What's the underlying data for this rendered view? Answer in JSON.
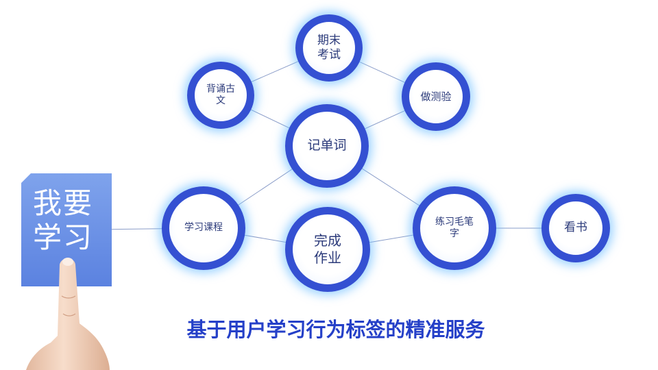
{
  "diagram": {
    "nodes": [
      {
        "id": "qimo",
        "label_lines": [
          "期末",
          "考试"
        ]
      },
      {
        "id": "beisong",
        "label_lines": [
          "背诵古",
          "文"
        ]
      },
      {
        "id": "zuoceyan",
        "label_lines": [
          "做测验"
        ]
      },
      {
        "id": "jidanci",
        "label_lines": [
          "记单词"
        ]
      },
      {
        "id": "xuexi",
        "label_lines": [
          "学习课程"
        ]
      },
      {
        "id": "wancheng",
        "label_lines": [
          "完成",
          "作业"
        ]
      },
      {
        "id": "lianxi",
        "label_lines": [
          "练习毛笔",
          "字"
        ]
      },
      {
        "id": "kanshu",
        "label_lines": [
          "看书"
        ]
      }
    ],
    "edges": [
      [
        "beisong",
        "qimo"
      ],
      [
        "qimo",
        "zuoceyan"
      ],
      [
        "beisong",
        "jidanci"
      ],
      [
        "zuoceyan",
        "jidanci"
      ],
      [
        "jidanci",
        "xuexi"
      ],
      [
        "jidanci",
        "lianxi"
      ],
      [
        "xuexi",
        "wancheng"
      ],
      [
        "wancheng",
        "lianxi"
      ],
      [
        "lianxi",
        "kanshu"
      ],
      [
        "tag",
        "xuexi"
      ]
    ]
  },
  "tag": {
    "line1": "我要",
    "line2": "学习"
  },
  "caption": "基于用户学习行为标签的精准服务",
  "colors": {
    "ring": "#3450d2",
    "glow": "#8ccaff",
    "tag": "#6b8fe6",
    "caption": "#2540c8",
    "edge": "#8a9cc8"
  }
}
